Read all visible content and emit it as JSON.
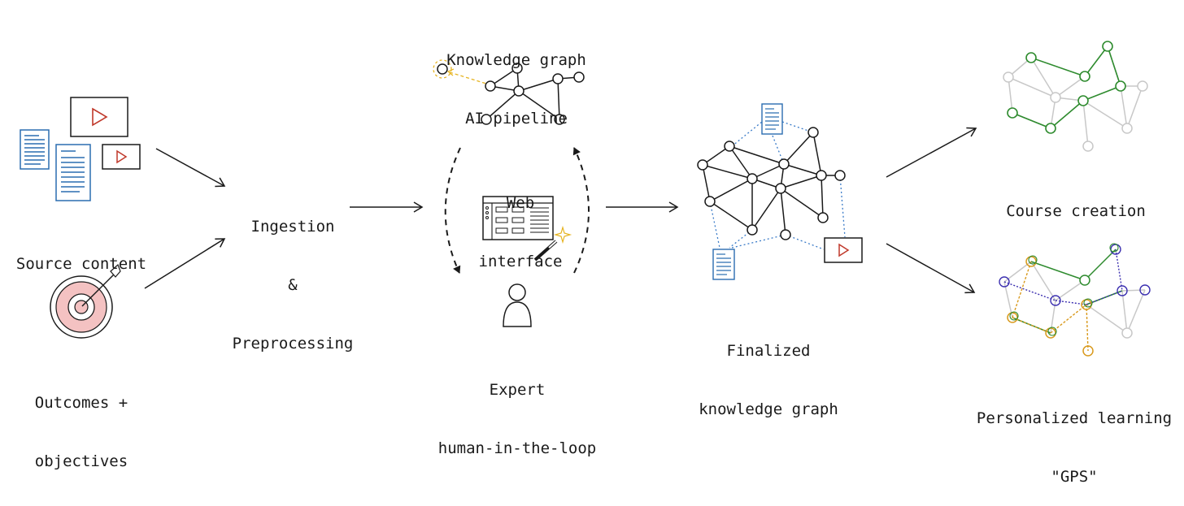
{
  "labels": {
    "source_content": "Source content",
    "outcomes": [
      "Outcomes +",
      "objectives"
    ],
    "ingestion": [
      "Ingestion",
      "&",
      "Preprocessing"
    ],
    "kg_pipeline": [
      "Knowledge graph",
      "AI pipeline"
    ],
    "web_interface": [
      "Web",
      "interface"
    ],
    "expert": [
      "Expert",
      "human-in-the-loop"
    ],
    "finalized": [
      "Finalized",
      "knowledge graph"
    ],
    "course_creation": "Course creation",
    "personalized": [
      "Personalized learning",
      "\"GPS\""
    ]
  },
  "colors": {
    "ink": "#1a1a1a",
    "doc_blue": "#2a6db0",
    "play_red": "#c0392b",
    "target_pink": "#f4c2c2",
    "pipeline_yellow": "#e6b422",
    "course_green": "#2e8b2e",
    "path_grey": "#c8c8c8",
    "gps_purple": "#3b2fb0",
    "gps_orange": "#d99a1e",
    "gps_olive": "#9a9a1a",
    "link_blue_dotted": "#3a7bc8"
  }
}
